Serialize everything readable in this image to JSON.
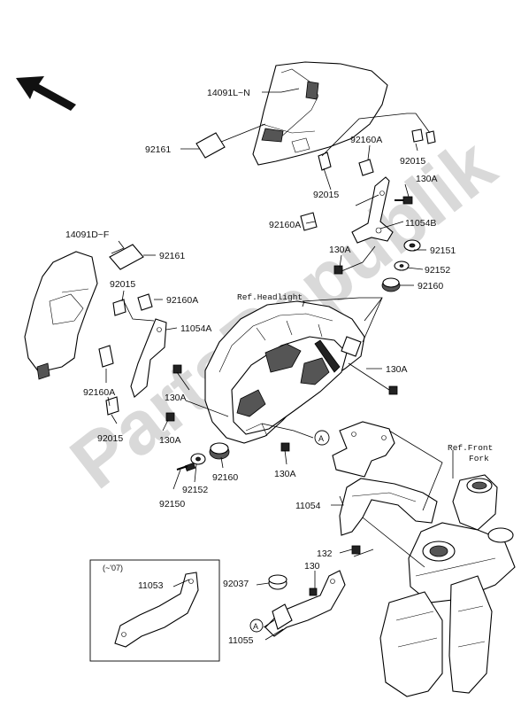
{
  "watermark": "PartsRepublik",
  "labels": {
    "p14091ln": "14091L~N",
    "p92161_top": "92161",
    "p92160a_top": "92160A",
    "p92015_top_right": "92015",
    "p130a_top": "130A",
    "p92015_top_mid": "92015",
    "p11054b": "11054B",
    "p92160a_mid": "92160A",
    "p130a_mid": "130A",
    "p92151": "92151",
    "p92152_right": "92152",
    "p92160_right": "92160",
    "p14091df": "14091D~F",
    "p92161_left": "92161",
    "p92015_left": "92015",
    "p92160a_left": "92160A",
    "p11054a": "11054A",
    "ref_headlight": "Ref.Headlight",
    "p130a_right": "130A",
    "p92160a_lower": "92160A",
    "p130a_lower": "130A",
    "p92015_lower": "92015",
    "p130a_lower2": "130A",
    "callout_a": "A",
    "p130a_center": "130A",
    "p92160_center": "92160",
    "p92152_center": "92152",
    "p92150": "92150",
    "ref_front_fork_1": "Ref.Front",
    "ref_front_fork_2": "Fork",
    "p11054": "11054",
    "p132": "132",
    "inset_year": "(~'07)",
    "p11053": "11053",
    "p92037": "92037",
    "p130": "130",
    "callout_a2": "A",
    "p11055": "11055"
  }
}
